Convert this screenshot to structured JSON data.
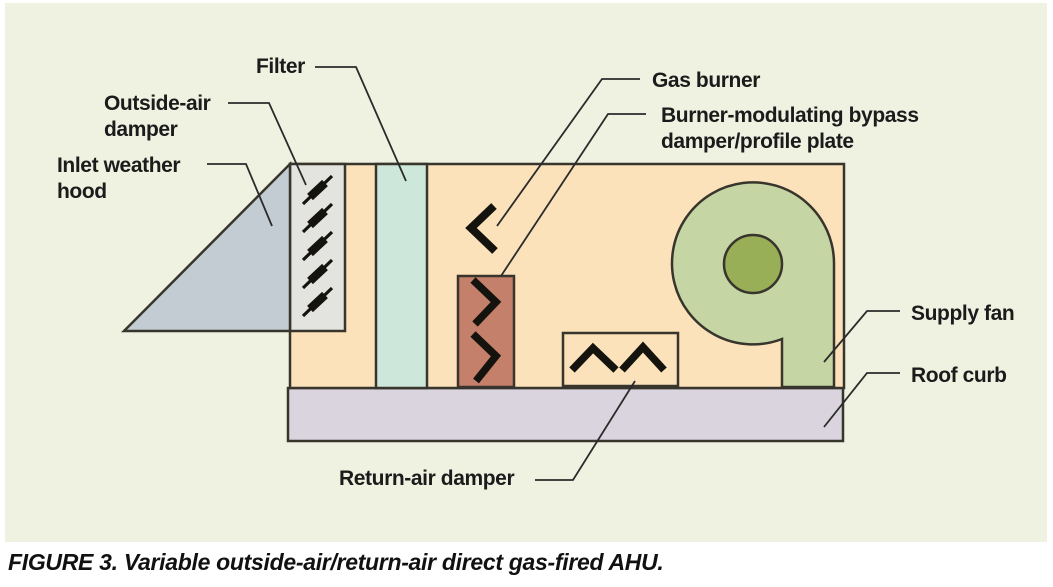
{
  "figure": {
    "caption": "FIGURE 3. Variable outside-air/return-air direct gas-fired AHU.",
    "labels": {
      "filter": "Filter",
      "outside_air_damper": "Outside-air\ndamper",
      "inlet_weather_hood": "Inlet weather\nhood",
      "gas_burner": "Gas burner",
      "burner_bypass": "Burner-modulating bypass\ndamper/profile plate",
      "supply_fan": "Supply fan",
      "roof_curb": "Roof curb",
      "return_air_damper": "Return-air damper"
    },
    "colors": {
      "panel_bg": "#eff1e1",
      "unit_interior": "#fbe2bb",
      "hood": "#c3ccd3",
      "damper_strip": "#e3e4df",
      "filter": "#cde8da",
      "bypass_box": "#c5806b",
      "fan_outer": "#c6d5a4",
      "fan_inner": "#98ae57",
      "roof_curb": "#d9d4de",
      "outline": "#37352c",
      "symbol": "#15130d",
      "leader": "#2b2b2b"
    }
  }
}
